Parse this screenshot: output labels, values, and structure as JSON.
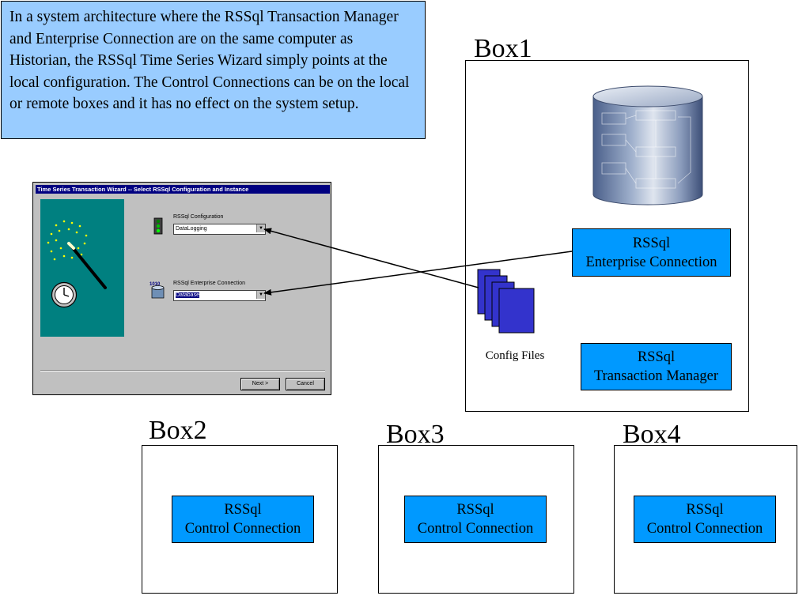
{
  "callout": {
    "text": "In a system architecture where the RSSql Transaction Manager and Enterprise Connection are on the same computer as Historian, the RSSql Time Series Wizard simply points at the local configuration.  The Control Connections can be on the local or remote boxes and it has no effect on the system setup."
  },
  "box1": {
    "label": "Box1",
    "enterprise": {
      "line1": "RSSql",
      "line2": "Enterprise Connection"
    },
    "transaction": {
      "line1": "RSSql",
      "line2": "Transaction Manager"
    },
    "config_files_label": "Config Files"
  },
  "box2": {
    "label": "Box2",
    "control": {
      "line1": "RSSql",
      "line2": "Control Connection"
    }
  },
  "box3": {
    "label": "Box3",
    "control": {
      "line1": "RSSql",
      "line2": "Control Connection"
    }
  },
  "box4": {
    "label": "Box4",
    "control": {
      "line1": "RSSql",
      "line2": "Control Connection"
    }
  },
  "wizard": {
    "title": "Time Series Transaction Wizard -- Select RSSql Configuration and Instance",
    "config_label": "RSSql Configuration",
    "config_value": "DataLogging",
    "ec_label": "RSSql Enterprise Connection",
    "ec_value": "Database",
    "next_button": "Next >",
    "cancel_button": "Cancel"
  },
  "colors": {
    "callout_bg": "#99ccff",
    "component_blue": "#0099ff",
    "config_file_blue": "#3333cc",
    "wizard_teal": "#008080",
    "wizard_title": "#000080"
  },
  "icons": [
    "database-cylinder-icon",
    "config-files-icon",
    "magic-wand-icon",
    "clock-icon",
    "traffic-light-icon",
    "database-icon"
  ]
}
